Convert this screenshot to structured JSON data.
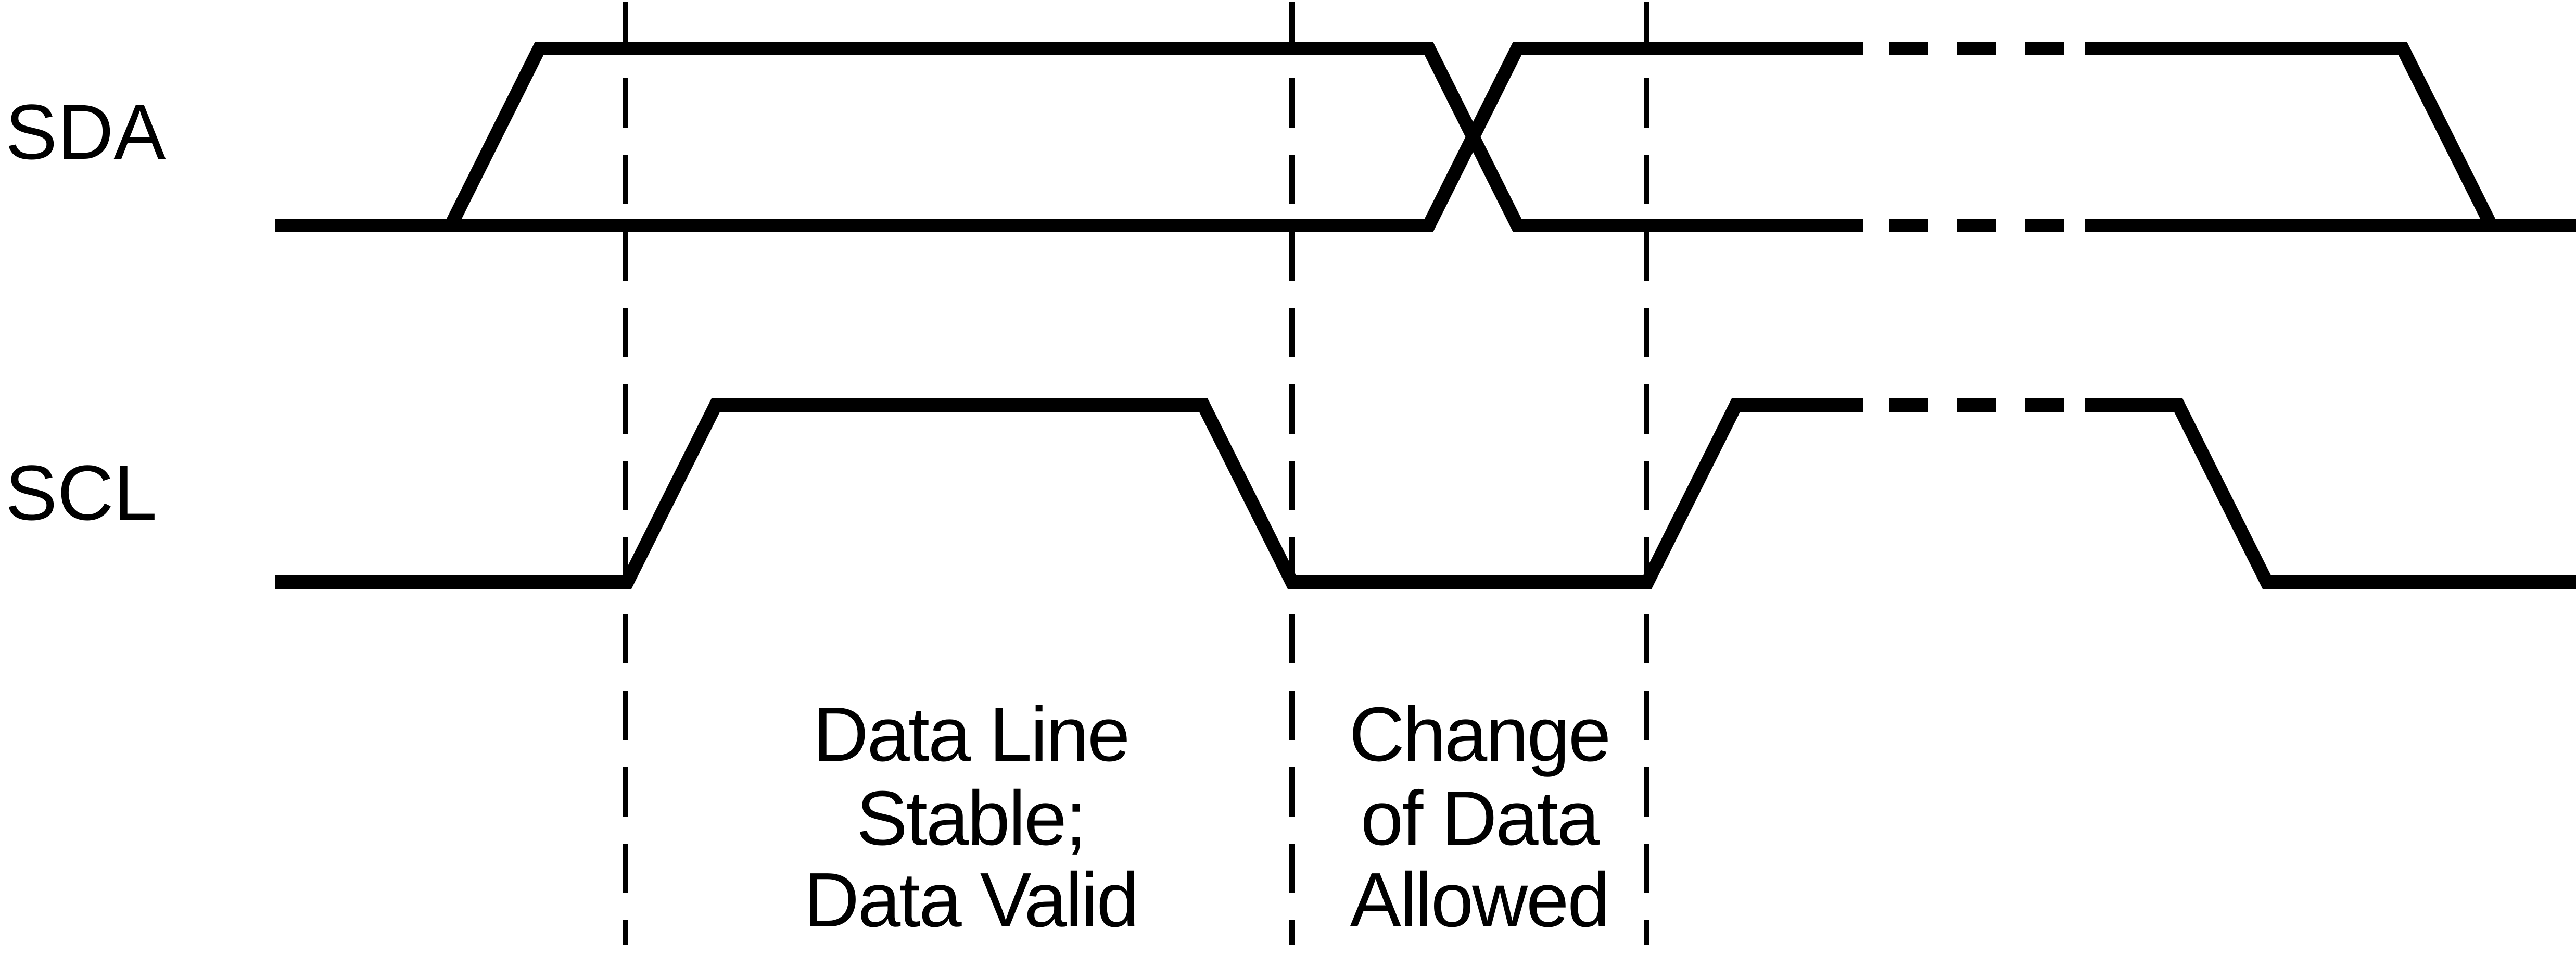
{
  "diagram": {
    "signals": [
      {
        "id": "sda",
        "label": "SDA"
      },
      {
        "id": "scl",
        "label": "SCL"
      }
    ],
    "regions": [
      {
        "id": "data-valid",
        "line1": "Data Line",
        "line2": "Stable;",
        "line3": "Data Valid"
      },
      {
        "id": "change-allowed",
        "line1": "Change",
        "line2": "of Data",
        "line3": "Allowed"
      }
    ],
    "colors": {
      "line": "#000000",
      "text": "#000000",
      "background": "#ffffff"
    }
  }
}
